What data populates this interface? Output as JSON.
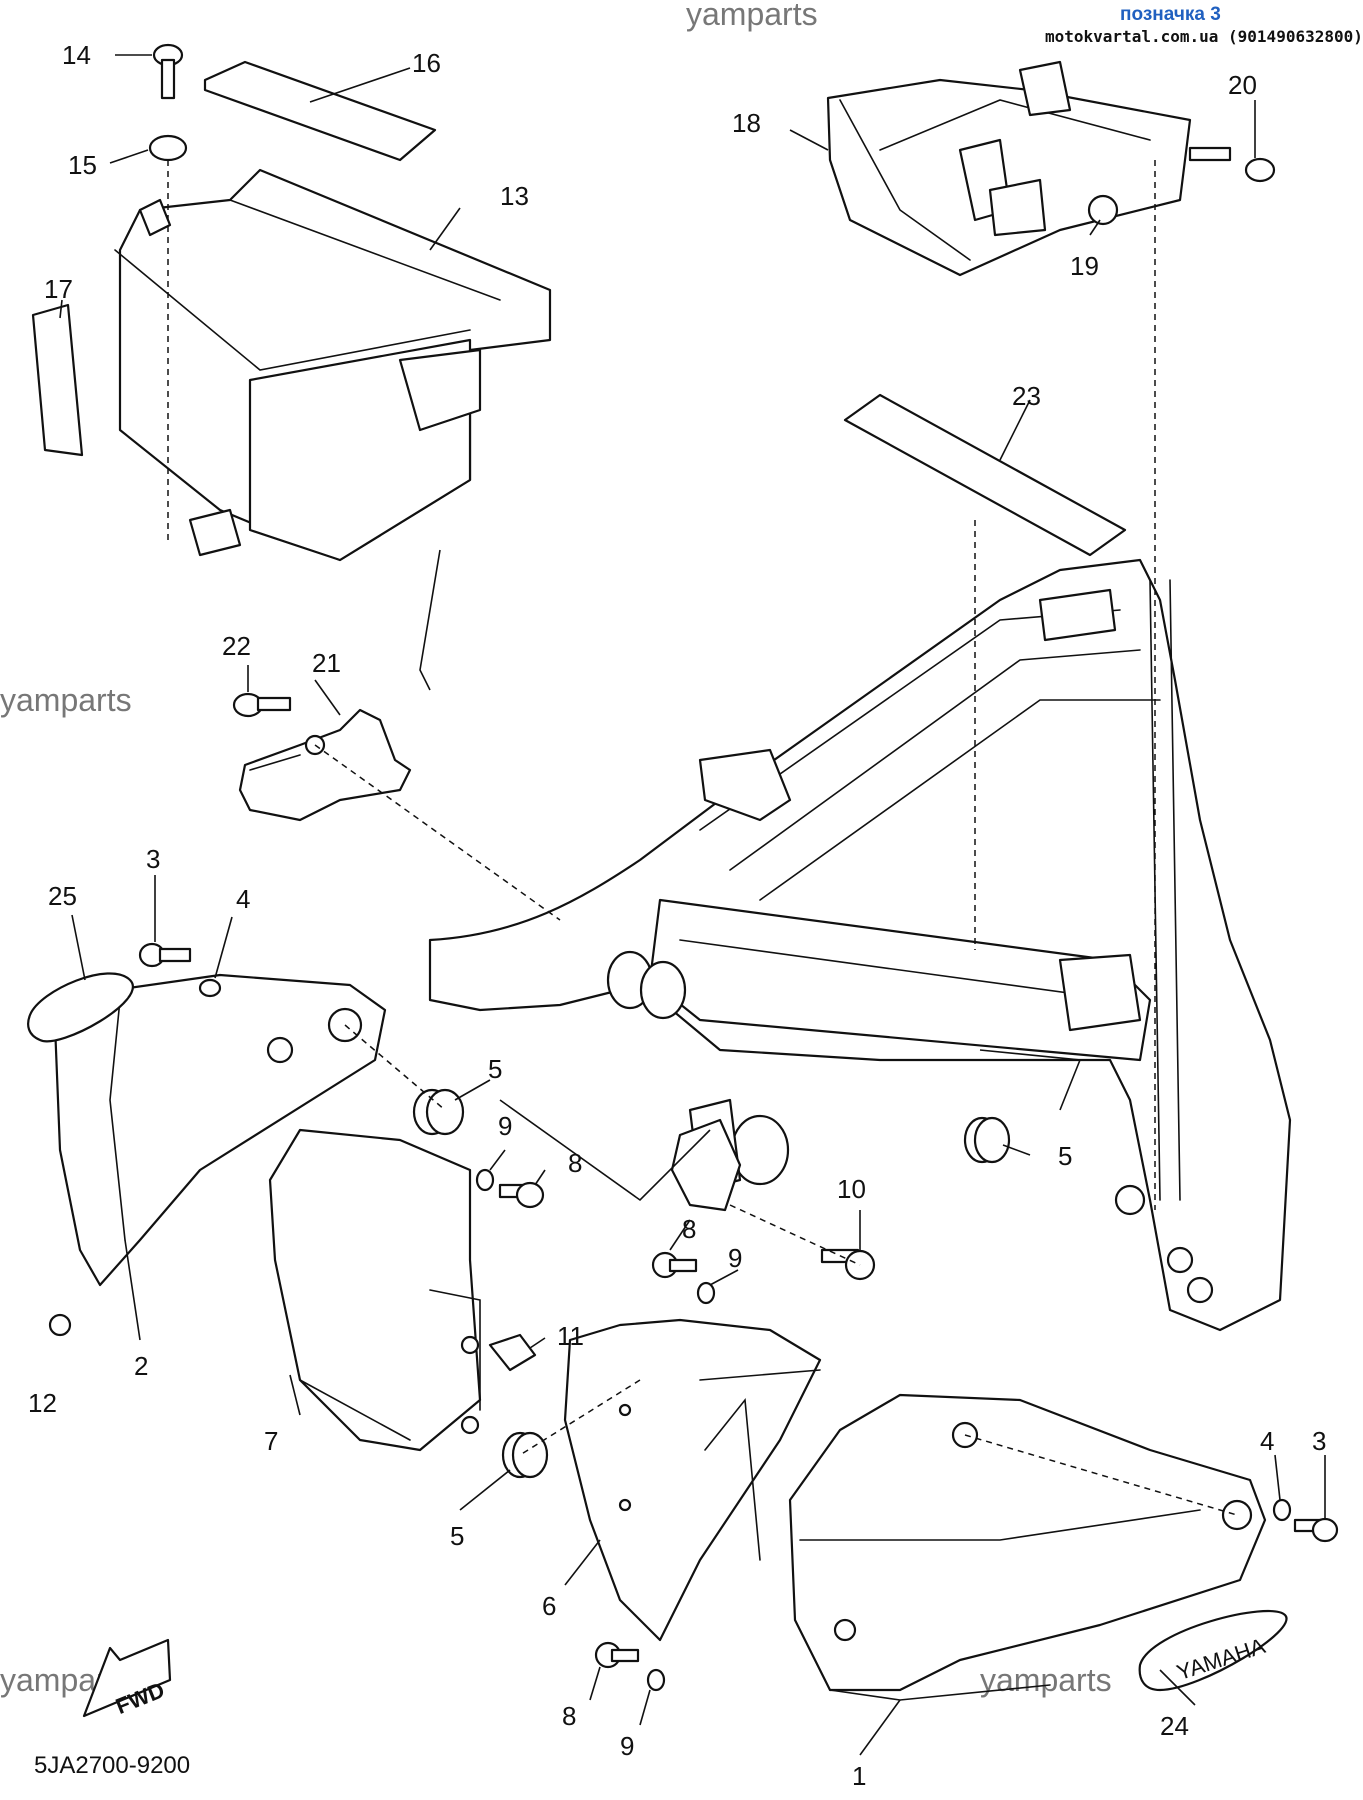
{
  "header": {
    "stamp_label": "позначка 3",
    "shop_label": "motokvartal.com.ua (901490632800)"
  },
  "footer": {
    "diagram_code": "5JA2700-9200"
  },
  "watermarks": [
    "yamparts",
    "yamparts",
    "yamparts",
    "yamparts",
    "yamparts",
    "yamparts"
  ],
  "fwd_label": "FWD",
  "emblem_label": "YAMAHA",
  "callouts": [
    "14",
    "16",
    "15",
    "13",
    "17",
    "18",
    "20",
    "19",
    "23",
    "22",
    "21",
    "3",
    "25",
    "4",
    "5",
    "9",
    "8",
    "5",
    "10",
    "8",
    "9",
    "11",
    "2",
    "12",
    "7",
    "5",
    "6",
    "4",
    "3",
    "8",
    "9",
    "24",
    "1"
  ]
}
